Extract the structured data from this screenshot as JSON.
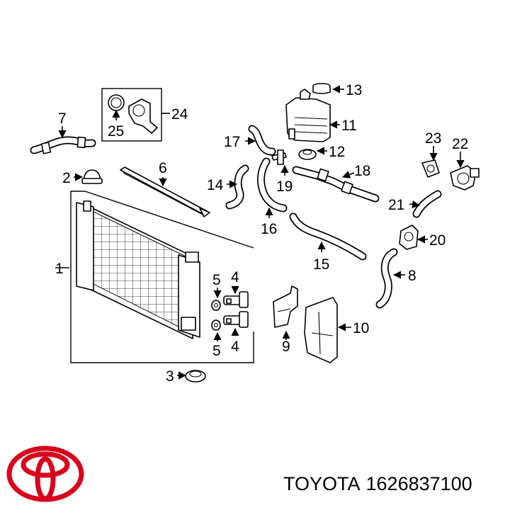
{
  "callouts": {
    "c1": "1",
    "c2": "2",
    "c3": "3",
    "c4a": "4",
    "c4b": "4",
    "c5a": "5",
    "c5b": "5",
    "c6": "6",
    "c7": "7",
    "c8": "8",
    "c9": "9",
    "c10": "10",
    "c11": "11",
    "c12": "12",
    "c13": "13",
    "c14": "14",
    "c15": "15",
    "c16": "16",
    "c17": "17",
    "c18": "18",
    "c19": "19",
    "c20": "20",
    "c21": "21",
    "c22": "22",
    "c23": "23",
    "c24": "24",
    "c25": "25"
  },
  "caption": {
    "brand": "TOYOTA",
    "part_number": "1626837100"
  },
  "logo": {
    "icon": "toyota-logo-icon",
    "color": "#d9001b"
  }
}
